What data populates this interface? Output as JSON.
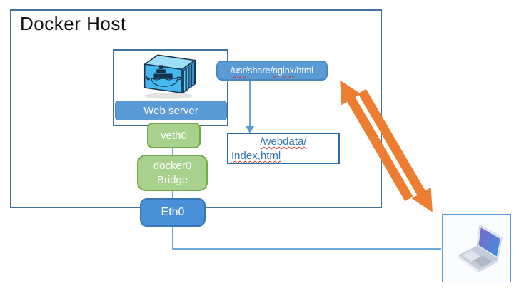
{
  "diagram": {
    "title": "Docker Host",
    "container": {
      "label": "Web server",
      "icon": "docker-container-icon"
    },
    "nodes": {
      "veth0": {
        "label": "veth0"
      },
      "bridge": {
        "line1": "docker0",
        "line2": "Bridge"
      },
      "eth0": {
        "label": "Eth0"
      }
    },
    "nginx_path": {
      "full": "/usr/share/nginx/html",
      "parts": {
        "p1": "/",
        "p2": "usr",
        "p3": "/share/",
        "p4": "nginx",
        "p5": "/html"
      }
    },
    "webdata": {
      "line1": "/webdata/",
      "line2": "Index,html"
    },
    "client": {
      "icon": "laptop-icon"
    },
    "colors": {
      "frame_border_blue": "#41719c",
      "fill_blue": "#5b9bd5",
      "fill_blue_dark": "#4a90d8",
      "fill_green": "#a9d18e",
      "border_green": "#70ad47",
      "arrow_orange": "#ed7d31",
      "connector_blue": "#5b9bd5",
      "text_blue": "#2e75b6",
      "squiggle_red": "#d13438"
    }
  }
}
